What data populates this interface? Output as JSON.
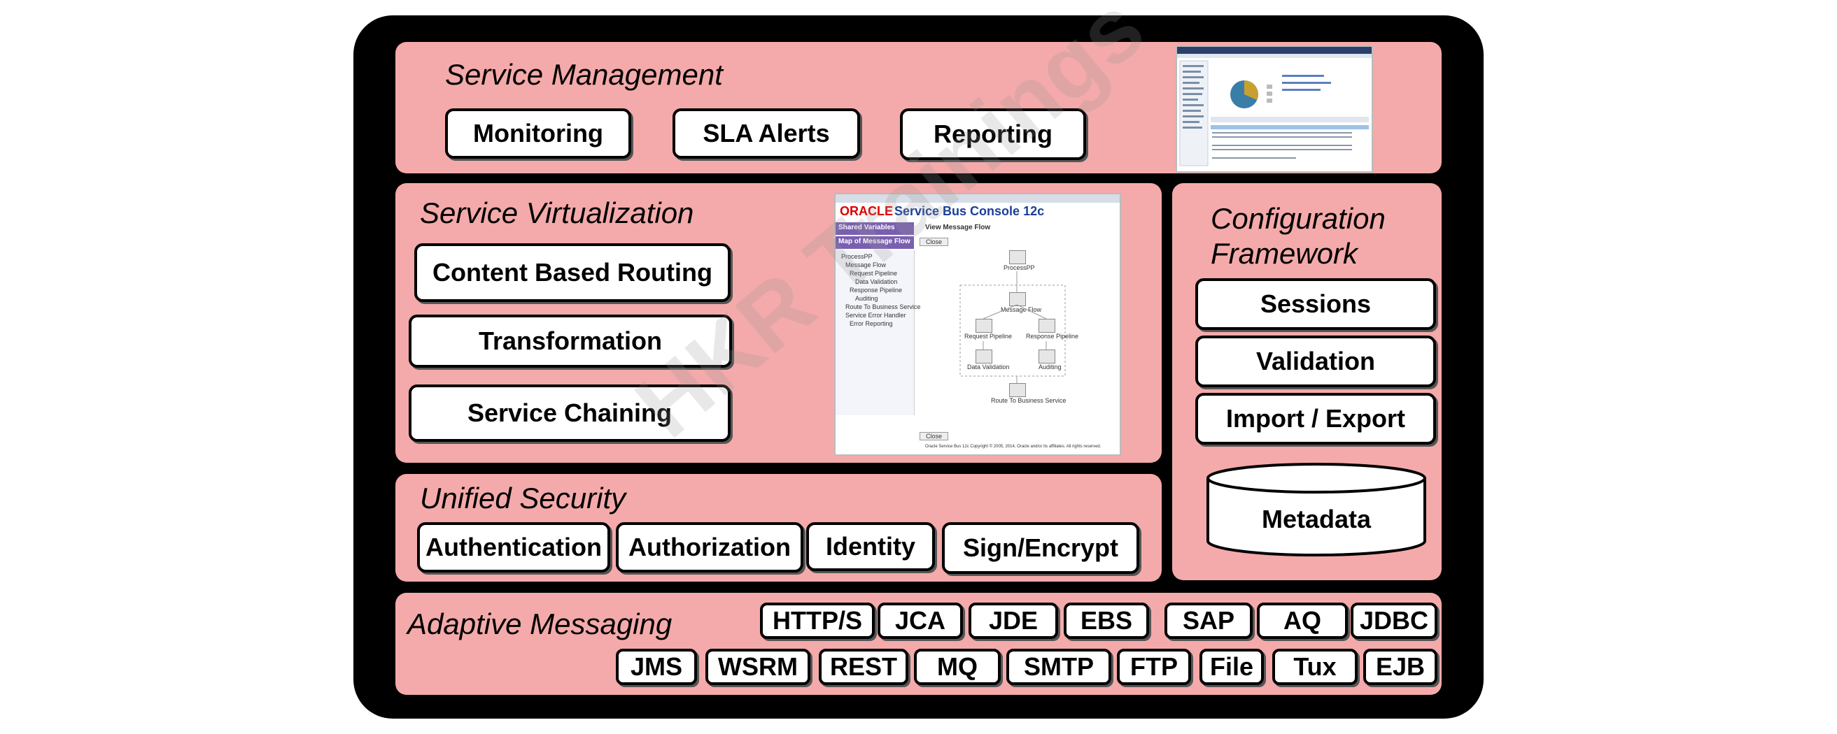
{
  "service_management": {
    "title": "Service Management",
    "items": [
      "Monitoring",
      "SLA Alerts",
      "Reporting"
    ]
  },
  "service_virtualization": {
    "title": "Service Virtualization",
    "items": [
      "Content Based Routing",
      "Transformation",
      "Service Chaining"
    ]
  },
  "console_screenshot": {
    "brand": "ORACLE",
    "title": "Service Bus Console 12c",
    "nav_shared": "Shared Variables",
    "nav_map": "Map of Message Flow",
    "header": "View Message Flow",
    "close_label": "Close",
    "nodes": [
      "ProcessPP",
      "Message Flow",
      "Request Pipeline",
      "Response Pipeline",
      "Data Validation",
      "Auditing",
      "Route To Business Service"
    ],
    "tree": [
      "ProcessPP",
      "Message Flow",
      "Request Pipeline",
      "Data Validation",
      "Response Pipeline",
      "Auditing",
      "Route To Business Service",
      "Service Error Handler",
      "Error Reporting"
    ],
    "footer": "Oracle Service Bus 12c Copyright © 2005, 2014, Oracle and/or its affiliates. All rights reserved."
  },
  "configuration_framework": {
    "title_line1": "Configuration",
    "title_line2": "Framework",
    "items": [
      "Sessions",
      "Validation",
      "Import / Export"
    ],
    "metadata": "Metadata"
  },
  "unified_security": {
    "title": "Unified Security",
    "items": [
      "Authentication",
      "Authorization",
      "Identity",
      "Sign/Encrypt"
    ]
  },
  "adaptive_messaging": {
    "title": "Adaptive Messaging",
    "row1": [
      "HTTP/S",
      "JCA",
      "JDE",
      "EBS",
      "SAP",
      "AQ",
      "JDBC"
    ],
    "row2": [
      "JMS",
      "WSRM",
      "REST",
      "MQ",
      "SMTP",
      "FTP",
      "File",
      "Tux",
      "EJB"
    ]
  },
  "watermark": "HKR Trainings",
  "colors": {
    "panel": "#f4aaaa",
    "frame": "#000000",
    "box": "#ffffff"
  }
}
